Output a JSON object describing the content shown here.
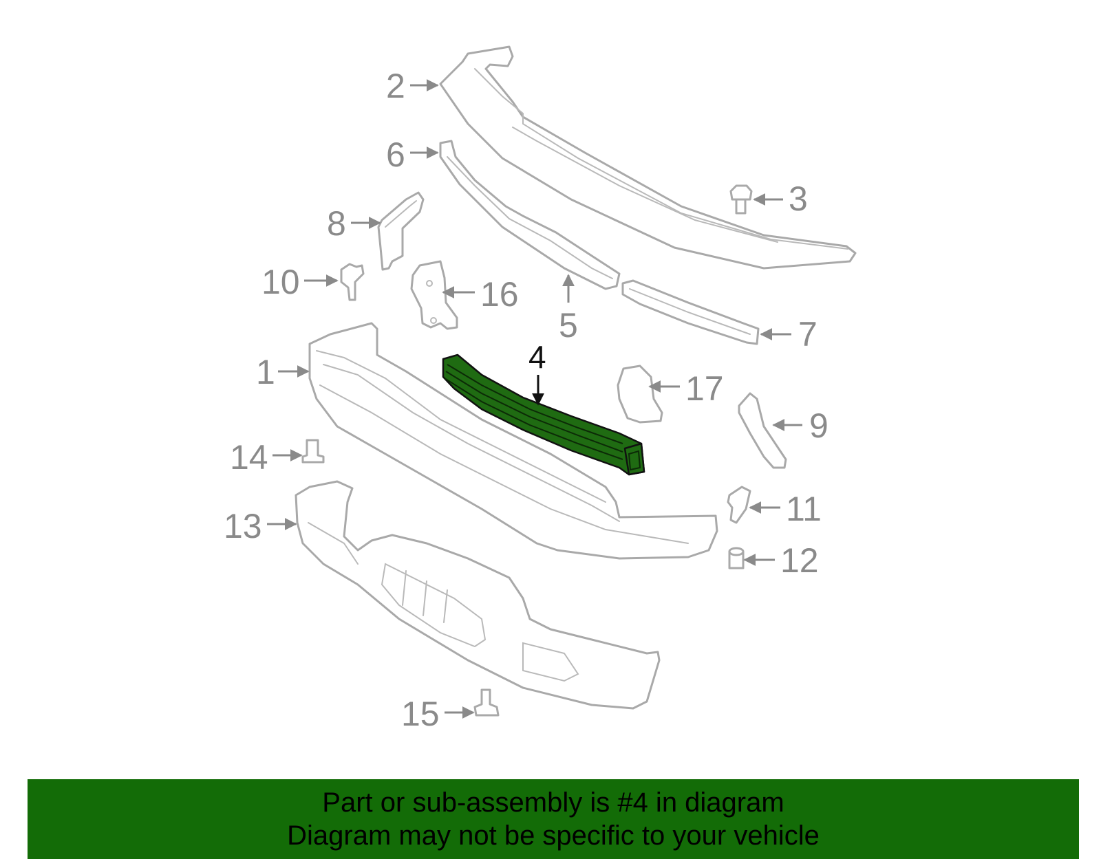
{
  "diagram": {
    "highlighted_part": "4",
    "callouts": [
      "1",
      "2",
      "3",
      "4",
      "5",
      "6",
      "7",
      "8",
      "9",
      "10",
      "11",
      "12",
      "13",
      "14",
      "15",
      "16",
      "17"
    ],
    "colors": {
      "highlight": "#1f6b12",
      "banner": "#136c07",
      "part_stroke": "#a9a9a9",
      "callout_text": "#8a8a8a"
    }
  },
  "banner": {
    "line1": "Part or sub-assembly is #4 in diagram",
    "line2": "Diagram may not be specific to your vehicle"
  }
}
